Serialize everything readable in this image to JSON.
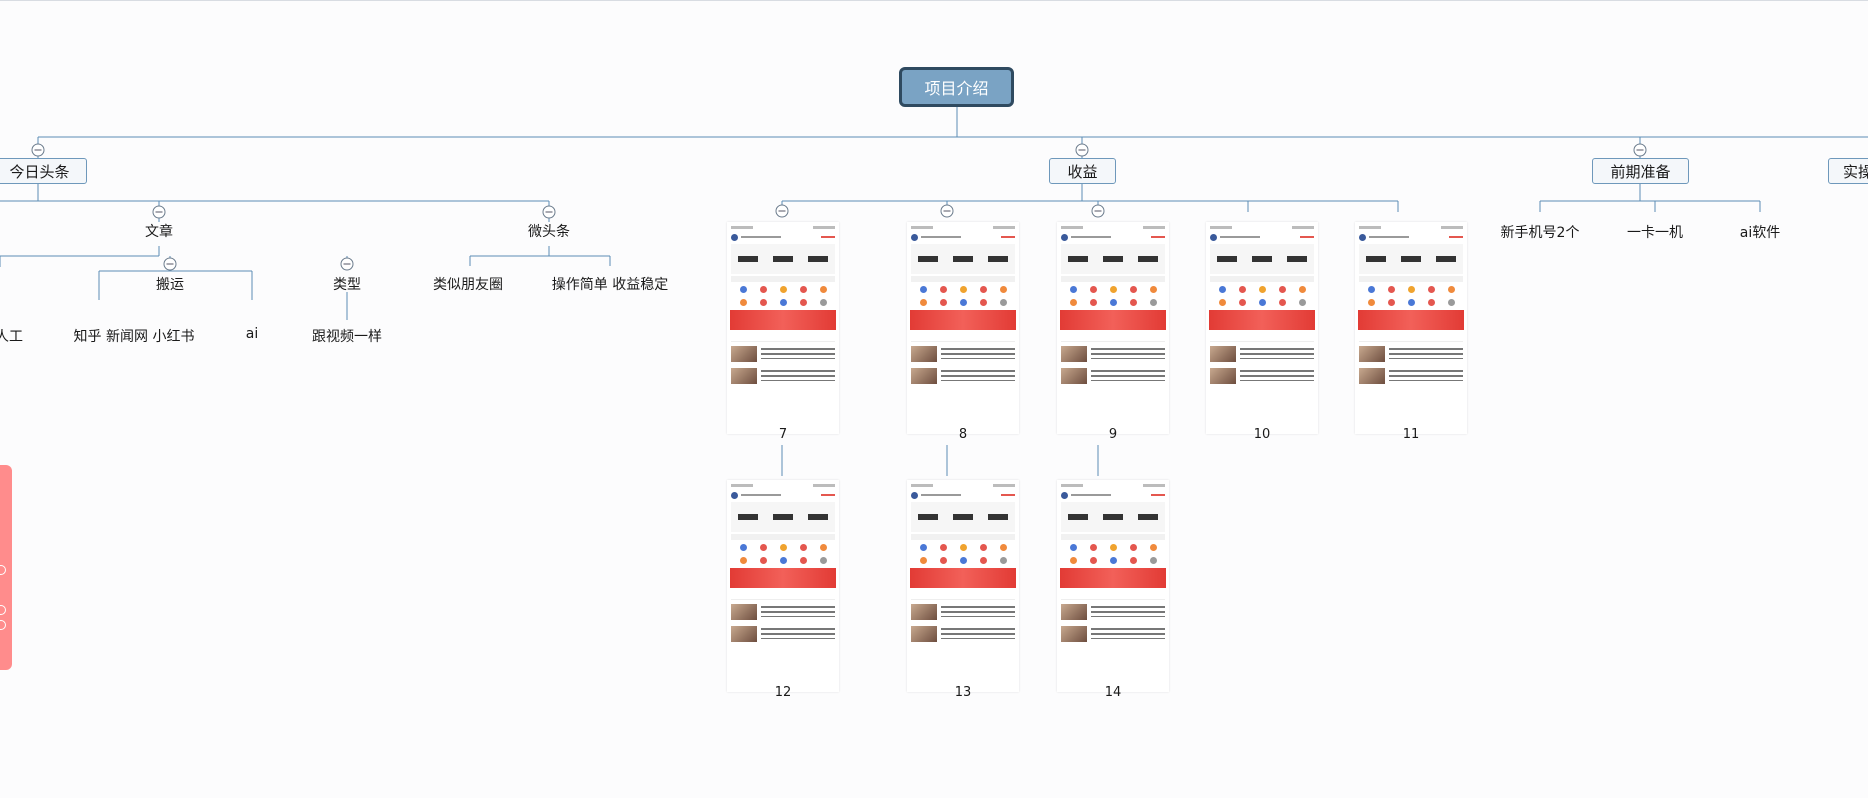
{
  "root": {
    "label": "项目介绍"
  },
  "branches": {
    "toutiao": {
      "label": "今日头条"
    },
    "shouyi": {
      "label": "收益"
    },
    "qianqi": {
      "label": "前期准备"
    },
    "shicao": {
      "label": "实操"
    }
  },
  "toutiao_children": {
    "wenzhang": "文章",
    "weitoutiao": "微头条",
    "rengong": "人工",
    "banyun": "搬运",
    "leixing": "类型",
    "banyun_sources": "知乎 新闻网 小红书",
    "ai": "ai",
    "leixing_detail": "跟视频一样",
    "weitoutiao_like": "类似朋友圈",
    "weitoutiao_benefit": "操作简单 收益稳定"
  },
  "qianqi_children": [
    "新手机号2个",
    "一卡一机",
    "ai软件"
  ],
  "screenshots": [
    {
      "caption": "7"
    },
    {
      "caption": "8"
    },
    {
      "caption": "9"
    },
    {
      "caption": "10"
    },
    {
      "caption": "11"
    },
    {
      "caption": "12"
    },
    {
      "caption": "13"
    },
    {
      "caption": "14"
    }
  ],
  "banner_color": "#e23b35",
  "line_color": "#5b8db5"
}
